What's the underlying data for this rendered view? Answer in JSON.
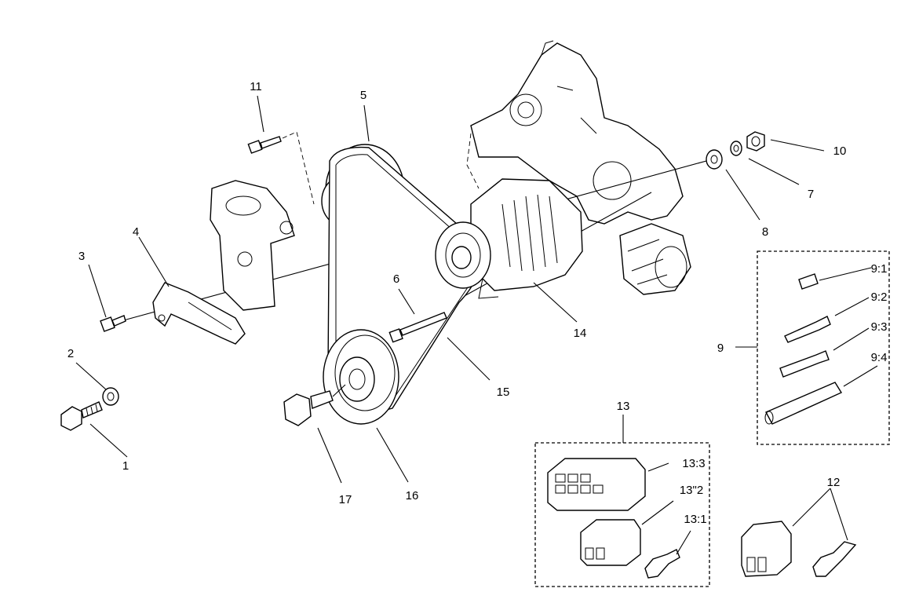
{
  "labels": {
    "p1": "1",
    "p2": "2",
    "p3": "3",
    "p4": "4",
    "p5": "5",
    "p6": "6",
    "p7": "7",
    "p8": "8",
    "p9": "9",
    "p9_1": "9:1",
    "p9_2": "9:2",
    "p9_3": "9:3",
    "p9_4": "9:4",
    "p10": "10",
    "p11": "11",
    "p12": "12",
    "p13": "13",
    "p13_1": "13:1",
    "p13_2": "13\"2",
    "p13_3": "13:3",
    "p14": "14",
    "p15": "15",
    "p16": "16",
    "p17": "17"
  }
}
